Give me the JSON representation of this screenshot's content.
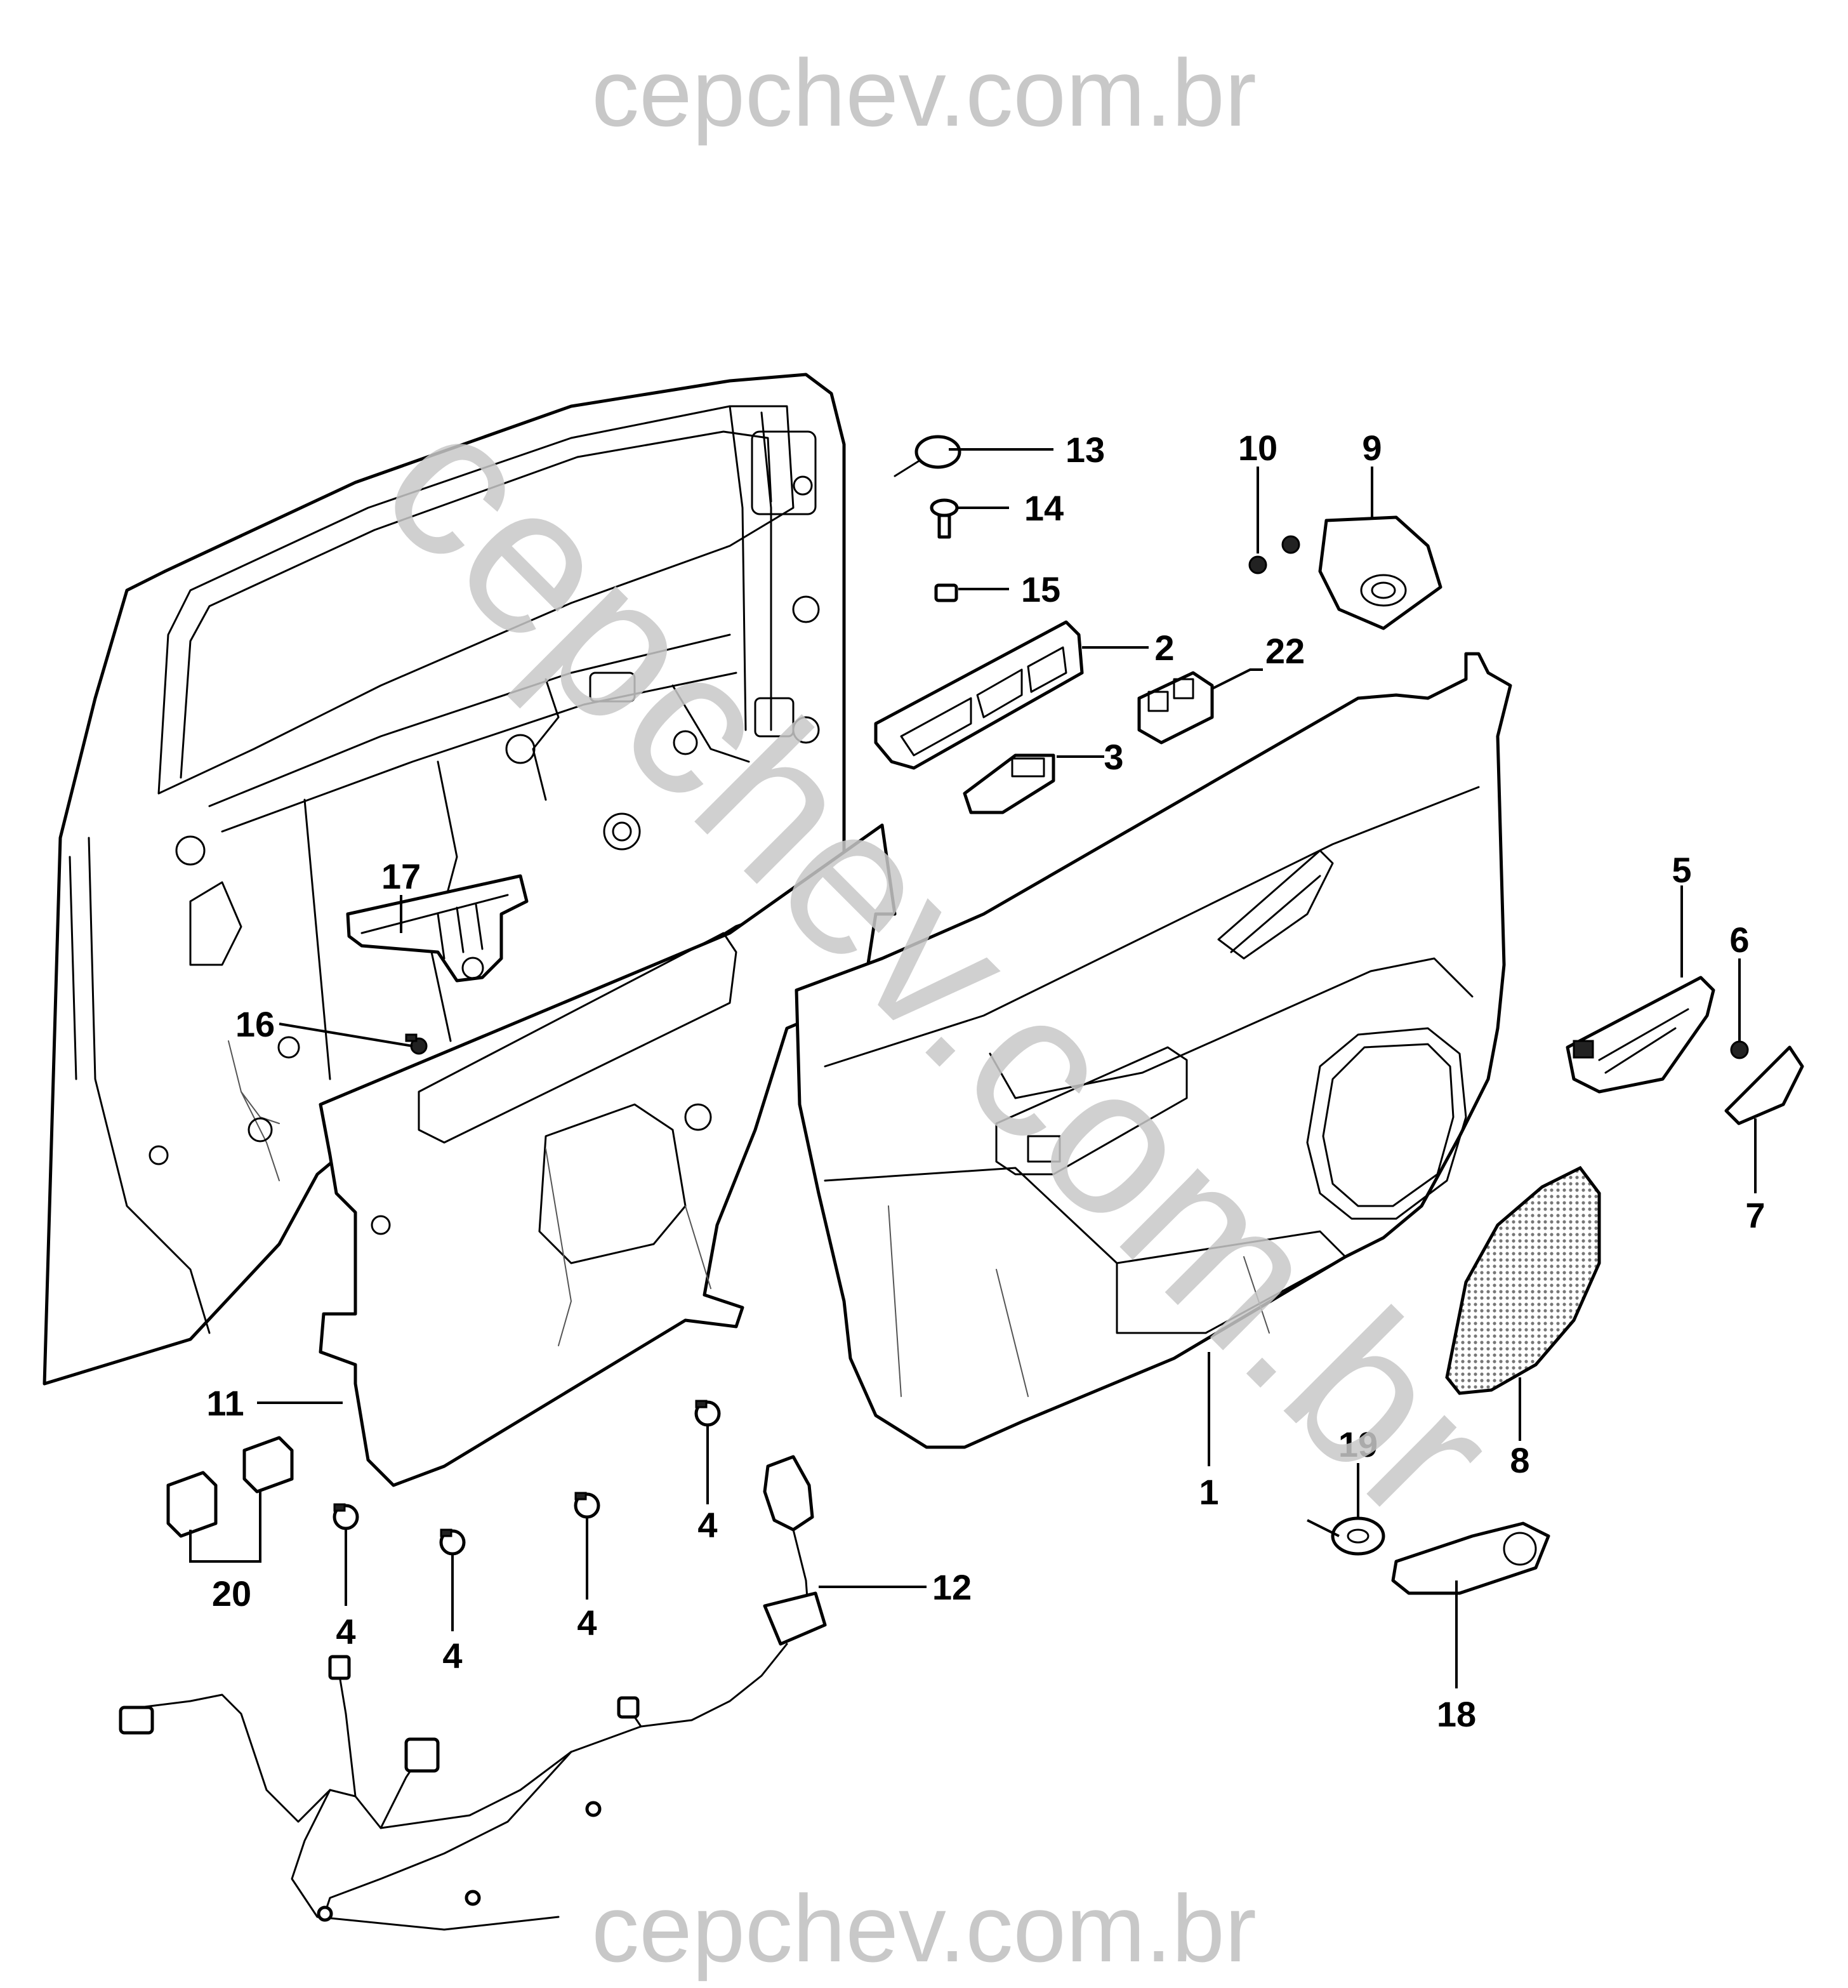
{
  "watermark": {
    "top": "cepchev.com.br",
    "diagonal": "cepchev.com.br",
    "bottom": "cepchev.com.br"
  },
  "callouts": [
    {
      "id": "c1",
      "label": "1"
    },
    {
      "id": "c2",
      "label": "2"
    },
    {
      "id": "c3",
      "label": "3"
    },
    {
      "id": "c4a",
      "label": "4"
    },
    {
      "id": "c4b",
      "label": "4"
    },
    {
      "id": "c4c",
      "label": "4"
    },
    {
      "id": "c4d",
      "label": "4"
    },
    {
      "id": "c5",
      "label": "5"
    },
    {
      "id": "c6",
      "label": "6"
    },
    {
      "id": "c7",
      "label": "7"
    },
    {
      "id": "c8",
      "label": "8"
    },
    {
      "id": "c9",
      "label": "9"
    },
    {
      "id": "c10",
      "label": "10"
    },
    {
      "id": "c11",
      "label": "11"
    },
    {
      "id": "c12",
      "label": "12"
    },
    {
      "id": "c13",
      "label": "13"
    },
    {
      "id": "c14",
      "label": "14"
    },
    {
      "id": "c15",
      "label": "15"
    },
    {
      "id": "c16",
      "label": "16"
    },
    {
      "id": "c17",
      "label": "17"
    },
    {
      "id": "c18",
      "label": "18"
    },
    {
      "id": "c19",
      "label": "19"
    },
    {
      "id": "c20",
      "label": "20"
    },
    {
      "id": "c22",
      "label": "22"
    }
  ]
}
